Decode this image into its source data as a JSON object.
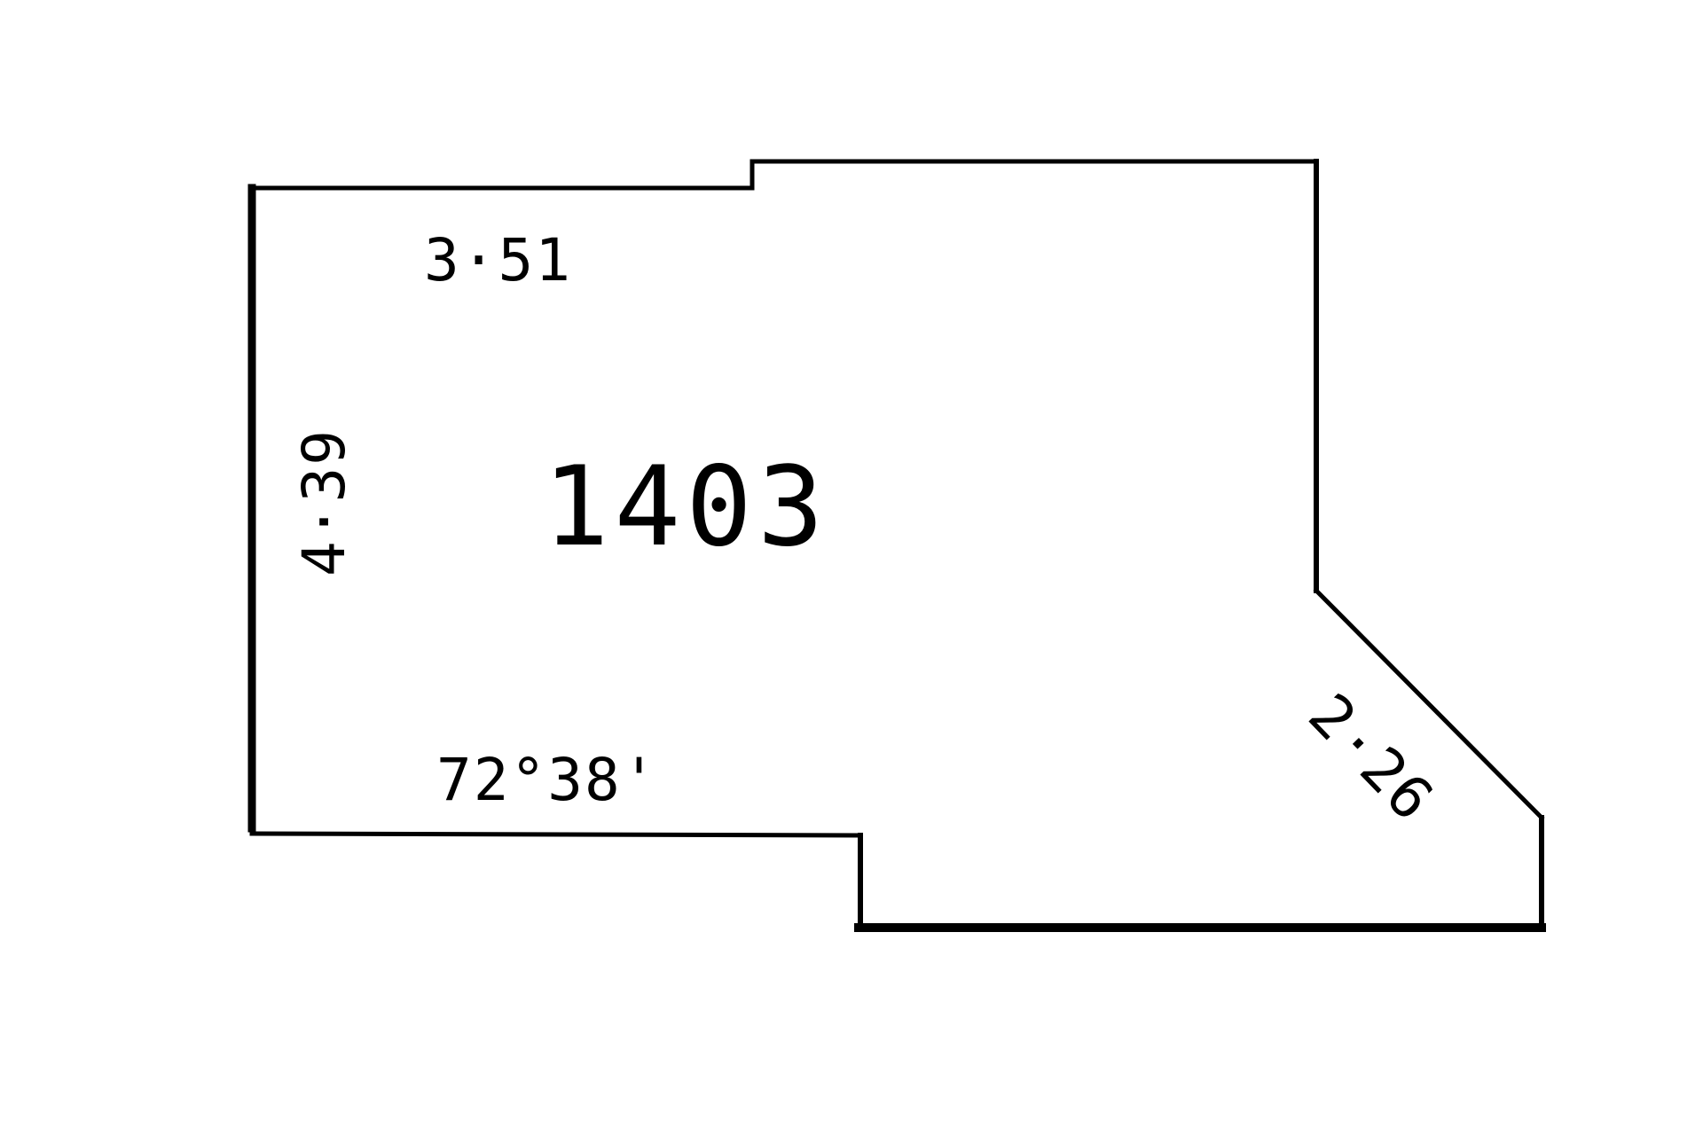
{
  "lot": {
    "number": "1403"
  },
  "dimensions": {
    "top": "3·51",
    "left": "4·39",
    "bottom": "72°38'",
    "diagonal": "2·26"
  },
  "colors": {
    "line": "#000000",
    "background": "#ffffff"
  }
}
